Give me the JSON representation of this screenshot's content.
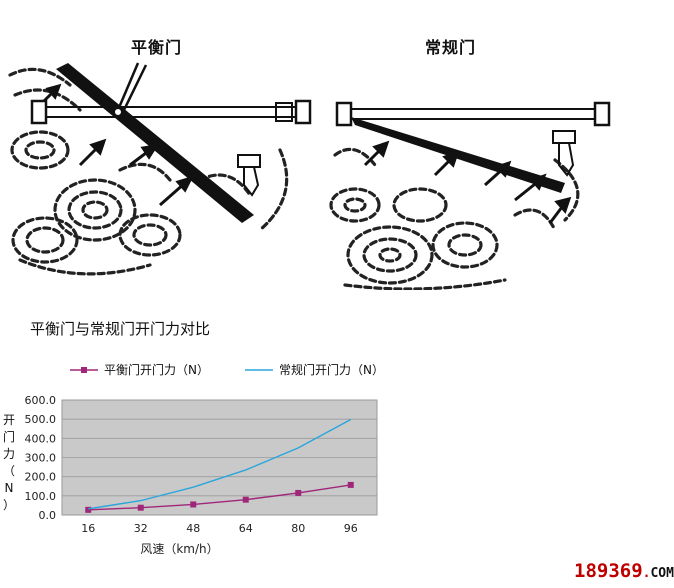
{
  "diagrams": {
    "left_title": "平衡门",
    "right_title": "常规门"
  },
  "chart_section_title": "平衡门与常规门开门力对比",
  "chart_data": {
    "type": "line",
    "x": [
      16,
      32,
      48,
      64,
      80,
      96
    ],
    "xlabel": "风速（km/h）",
    "ylabel": "开门力（N）",
    "ylim": [
      0,
      600
    ],
    "yticks": [
      "600.0",
      "500.0",
      "400.0",
      "300.0",
      "200.0",
      "100.0",
      "0.0"
    ],
    "series": [
      {
        "name": "平衡门开门力（N）",
        "values": [
          27,
          38,
          55,
          80,
          115,
          157
        ],
        "color": "#a0267a",
        "marker": "square"
      },
      {
        "name": "常规门开门力（N）",
        "values": [
          32,
          75,
          145,
          235,
          350,
          498
        ],
        "color": "#2aa6dc",
        "marker": "none"
      }
    ],
    "grid": true,
    "legend": "top"
  },
  "watermark": {
    "numbers": "189369",
    "dot": ".",
    "suffix": "COM",
    "number_color": "#c00000",
    "suffix_color": "#111111"
  }
}
